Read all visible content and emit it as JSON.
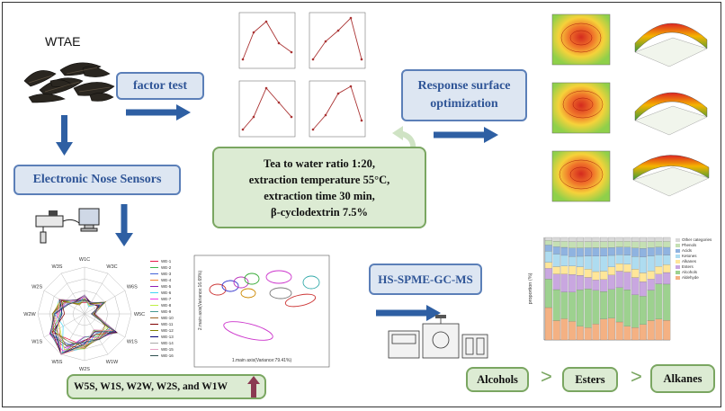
{
  "sample_label": "WTAE",
  "steps": {
    "factor_test": "factor test",
    "electronic_nose": "Electronic Nose Sensors",
    "response_surface": "Response surface optimization",
    "hs_spme": "HS-SPME-GC-MS"
  },
  "optimal_conditions": [
    "Tea to water ratio 1:20,",
    "extraction temperature 55°C,",
    "extraction time 30 min,",
    "β-cyclodextrin 7.5%"
  ],
  "sensor_result": "W5S, W1S, W2W, W2S, and W1W",
  "compound_ranking": [
    "Alcohols",
    "Esters",
    "Alkanes"
  ],
  "ranking_separator": ">",
  "radar": {
    "axes": [
      "W1C",
      "W3C",
      "W6S",
      "W5C",
      "W1S",
      "W1W",
      "W2S",
      "W5S",
      "W1S",
      "W2W",
      "W2S",
      "W3S"
    ]
  },
  "radar_legend": [
    "WE-1",
    "WE-2",
    "WE-3",
    "WE-4",
    "WE-5",
    "WE-6",
    "WE-7",
    "WE-8",
    "WE-9",
    "WE-10",
    "WE-11",
    "WE-12",
    "WE-13",
    "WE-14",
    "WE-15",
    "WE-16"
  ],
  "pca": {
    "xlabel": "1.main axis(Variance:79.41%)",
    "ylabel": "2.main axis(Variance:16.69%)"
  },
  "bar_chart": {
    "ylabel": "proportion (%)",
    "legend": [
      "Other categories",
      "Phenols",
      "Acids",
      "Ketones",
      "Alkanes",
      "Esters",
      "Alcohols",
      "Aldehyde"
    ]
  },
  "colors": {
    "blue_box_fill": "#dde6f2",
    "blue_box_border": "#5b7fb8",
    "blue_text": "#2f5597",
    "green_box_fill": "#dcebd3",
    "green_box_border": "#7aa661",
    "arrow": "#2e5fa3",
    "up_arrow": "#8b3a52"
  }
}
